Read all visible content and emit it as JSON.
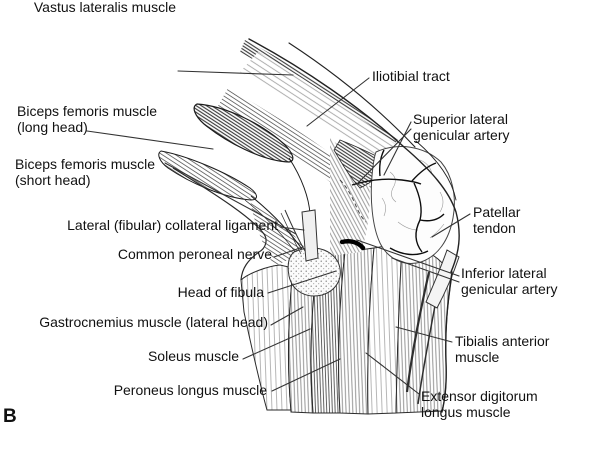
{
  "figure": {
    "panel_label": "B"
  },
  "labels": {
    "left": [
      {
        "name": "vastus-lateralis",
        "text": "Vastus lateralis muscle"
      },
      {
        "name": "biceps-femoris-long-head",
        "text": "Biceps femoris muscle\n(long head)"
      },
      {
        "name": "biceps-femoris-short-head",
        "text": "Biceps femoris muscle\n(short head)"
      },
      {
        "name": "lateral-collateral-ligament",
        "text": "Lateral (fibular) collateral ligament"
      },
      {
        "name": "common-peroneal-nerve",
        "text": "Common peroneal nerve"
      },
      {
        "name": "head-of-fibula",
        "text": "Head of fibula"
      },
      {
        "name": "gastrocnemius-lateral-head",
        "text": "Gastrocnemius muscle (lateral head)"
      },
      {
        "name": "soleus",
        "text": "Soleus muscle"
      },
      {
        "name": "peroneus-longus",
        "text": "Peroneus longus muscle"
      }
    ],
    "right": [
      {
        "name": "iliotibial-tract",
        "text": "Iliotibial tract"
      },
      {
        "name": "superior-lateral-genicular-artery",
        "text": "Superior lateral\ngenicular artery"
      },
      {
        "name": "patellar-tendon",
        "text": "Patellar\ntendon"
      },
      {
        "name": "inferior-lateral-genicular-artery",
        "text": "Inferior lateral\ngenicular artery"
      },
      {
        "name": "tibialis-anterior",
        "text": "Tibialis anterior\nmuscle"
      },
      {
        "name": "extensor-digitorum-longus",
        "text": "Extensor digitorum\nlongus muscle"
      }
    ]
  },
  "colors": {
    "background": "#ffffff",
    "text": "#111111",
    "ink": "#222222",
    "leader_line": "#333333"
  }
}
